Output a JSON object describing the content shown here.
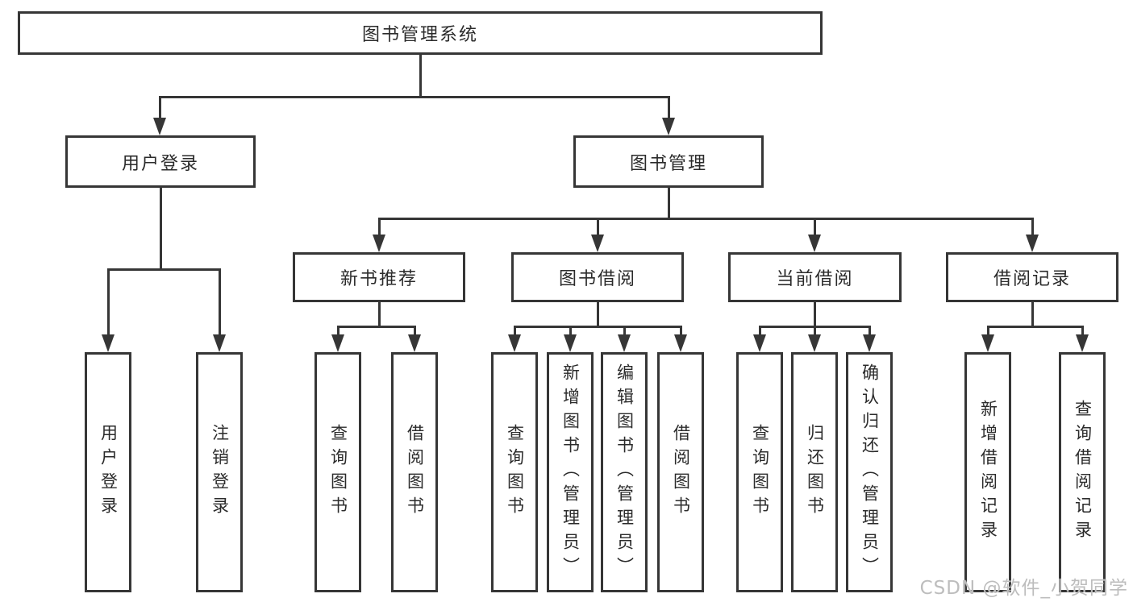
{
  "diagram": {
    "tree": {
      "root": "图书管理系统",
      "branches": [
        {
          "label": "用户登录",
          "children": [
            {
              "label": "用户登录"
            },
            {
              "label": "注销登录"
            }
          ]
        },
        {
          "label": "图书管理",
          "children": [
            {
              "label": "新书推荐",
              "children": [
                {
                  "label": "查询图书"
                },
                {
                  "label": "借阅图书"
                }
              ]
            },
            {
              "label": "图书借阅",
              "children": [
                {
                  "label": "查询图书"
                },
                {
                  "label": "新增图书（管理员）"
                },
                {
                  "label": "编辑图书（管理员）"
                },
                {
                  "label": "借阅图书"
                }
              ]
            },
            {
              "label": "当前借阅",
              "children": [
                {
                  "label": "查询图书"
                },
                {
                  "label": "归还图书"
                },
                {
                  "label": "确认归还（管理员）"
                }
              ]
            },
            {
              "label": "借阅记录",
              "children": [
                {
                  "label": "新增借阅记录"
                },
                {
                  "label": "查询借阅记录"
                }
              ]
            }
          ]
        }
      ]
    }
  },
  "watermark": {
    "text": "CSDN @软件_小贺同学"
  },
  "colors": {
    "line": "#363636",
    "text": "#2b2b2b",
    "background": "#ffffff",
    "watermark": "#bdbdbd"
  }
}
